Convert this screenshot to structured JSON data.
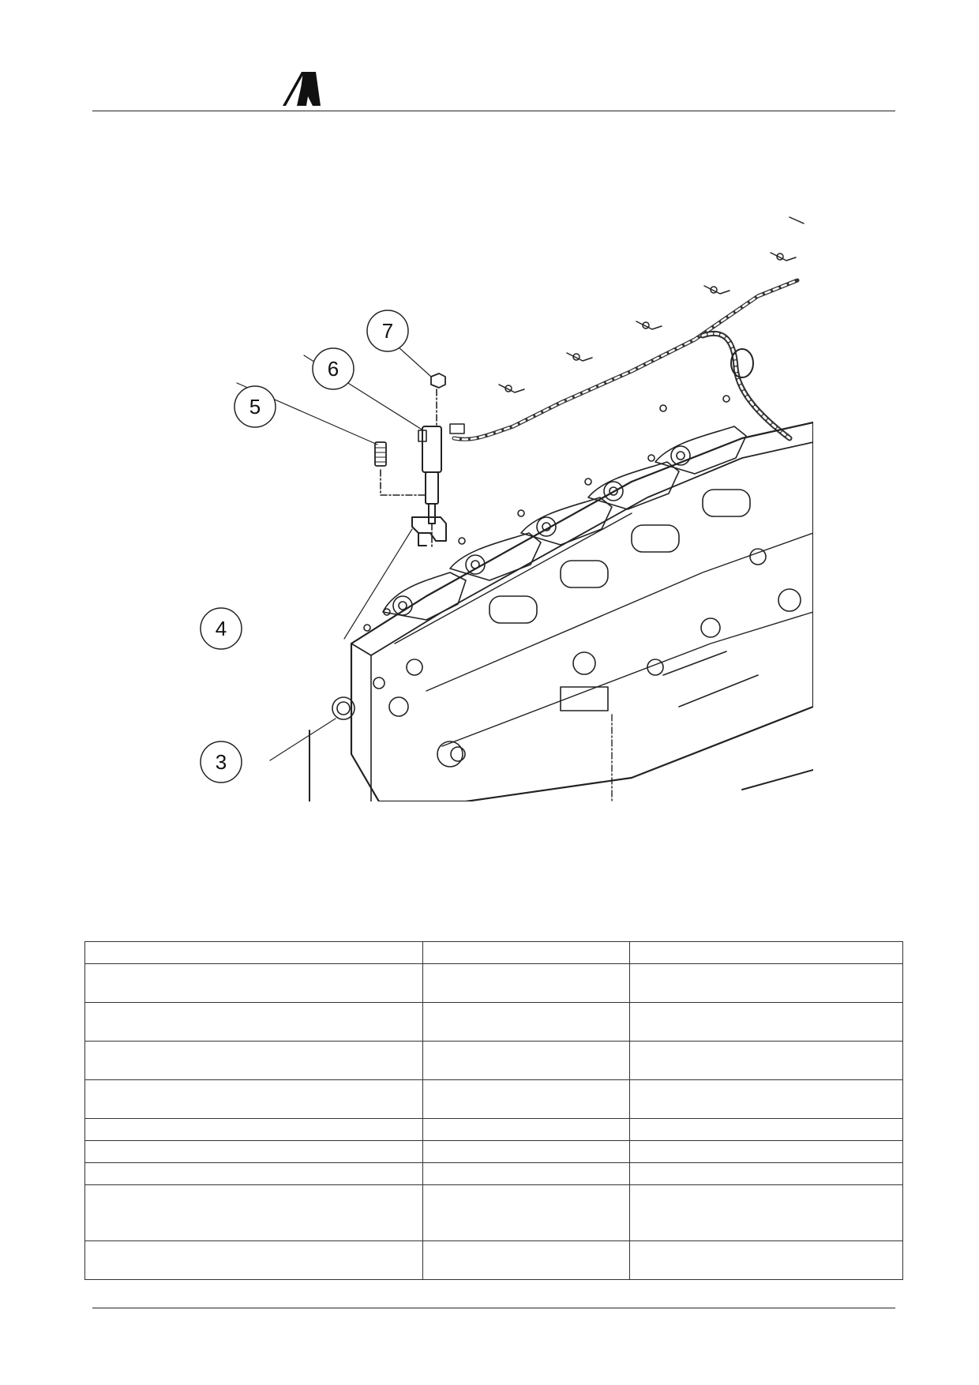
{
  "header": {
    "logo_icon": "publisher-logo-icon"
  },
  "figure": {
    "callouts": [
      "3",
      "4",
      "5",
      "6",
      "7"
    ]
  },
  "parts_table": {
    "rows": [
      {
        "cells": [
          "",
          "",
          ""
        ]
      },
      {
        "cells": [
          "",
          "",
          ""
        ]
      },
      {
        "cells": [
          "",
          "",
          ""
        ]
      },
      {
        "cells": [
          "",
          "",
          ""
        ]
      },
      {
        "cells": [
          "",
          "",
          ""
        ]
      },
      {
        "cells": [
          "",
          "",
          ""
        ]
      },
      {
        "cells": [
          "",
          "",
          ""
        ]
      },
      {
        "cells": [
          "",
          "",
          ""
        ]
      },
      {
        "cells": [
          "",
          "",
          ""
        ]
      },
      {
        "cells": [
          "",
          "",
          ""
        ]
      }
    ]
  },
  "colors": {
    "line": "#222222",
    "callout_fill": "#ffffff"
  }
}
